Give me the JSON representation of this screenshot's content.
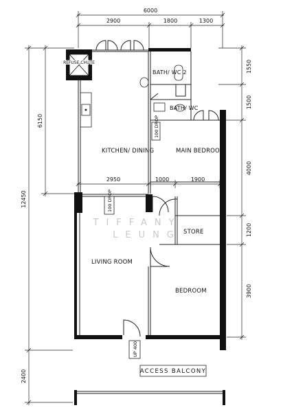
{
  "dimensions": {
    "top_total": "6000",
    "top_segments": [
      "2900",
      "1800",
      "1300"
    ],
    "right_segments": [
      "1550",
      "1500",
      "4000",
      "1200",
      "3900"
    ],
    "left_total": "12450",
    "left_upper": "6150",
    "left_lower": "2400",
    "mid_segments": [
      "2950",
      "1000",
      "1900"
    ]
  },
  "rooms": {
    "refuse_chute": "REFUSE CHUTE",
    "bath_wc_2": "BATH/ WC 2",
    "bath_wc": "BATH/ WC",
    "kitchen_dining": "KITCHEN/ DINING",
    "main_bedroom": "MAIN BEDROOM",
    "store": "STORE",
    "living_room": "LIVING ROOM",
    "bedroom": "BEDROOM",
    "access_balcony": "ACCESS BALCONY"
  },
  "annotations": {
    "drop_upper": "100 DROP",
    "drop_lower": "100 DROP",
    "up_tag": "UP 400"
  },
  "watermark": {
    "line1": "TIFFANY",
    "line2": "LEUNG"
  }
}
